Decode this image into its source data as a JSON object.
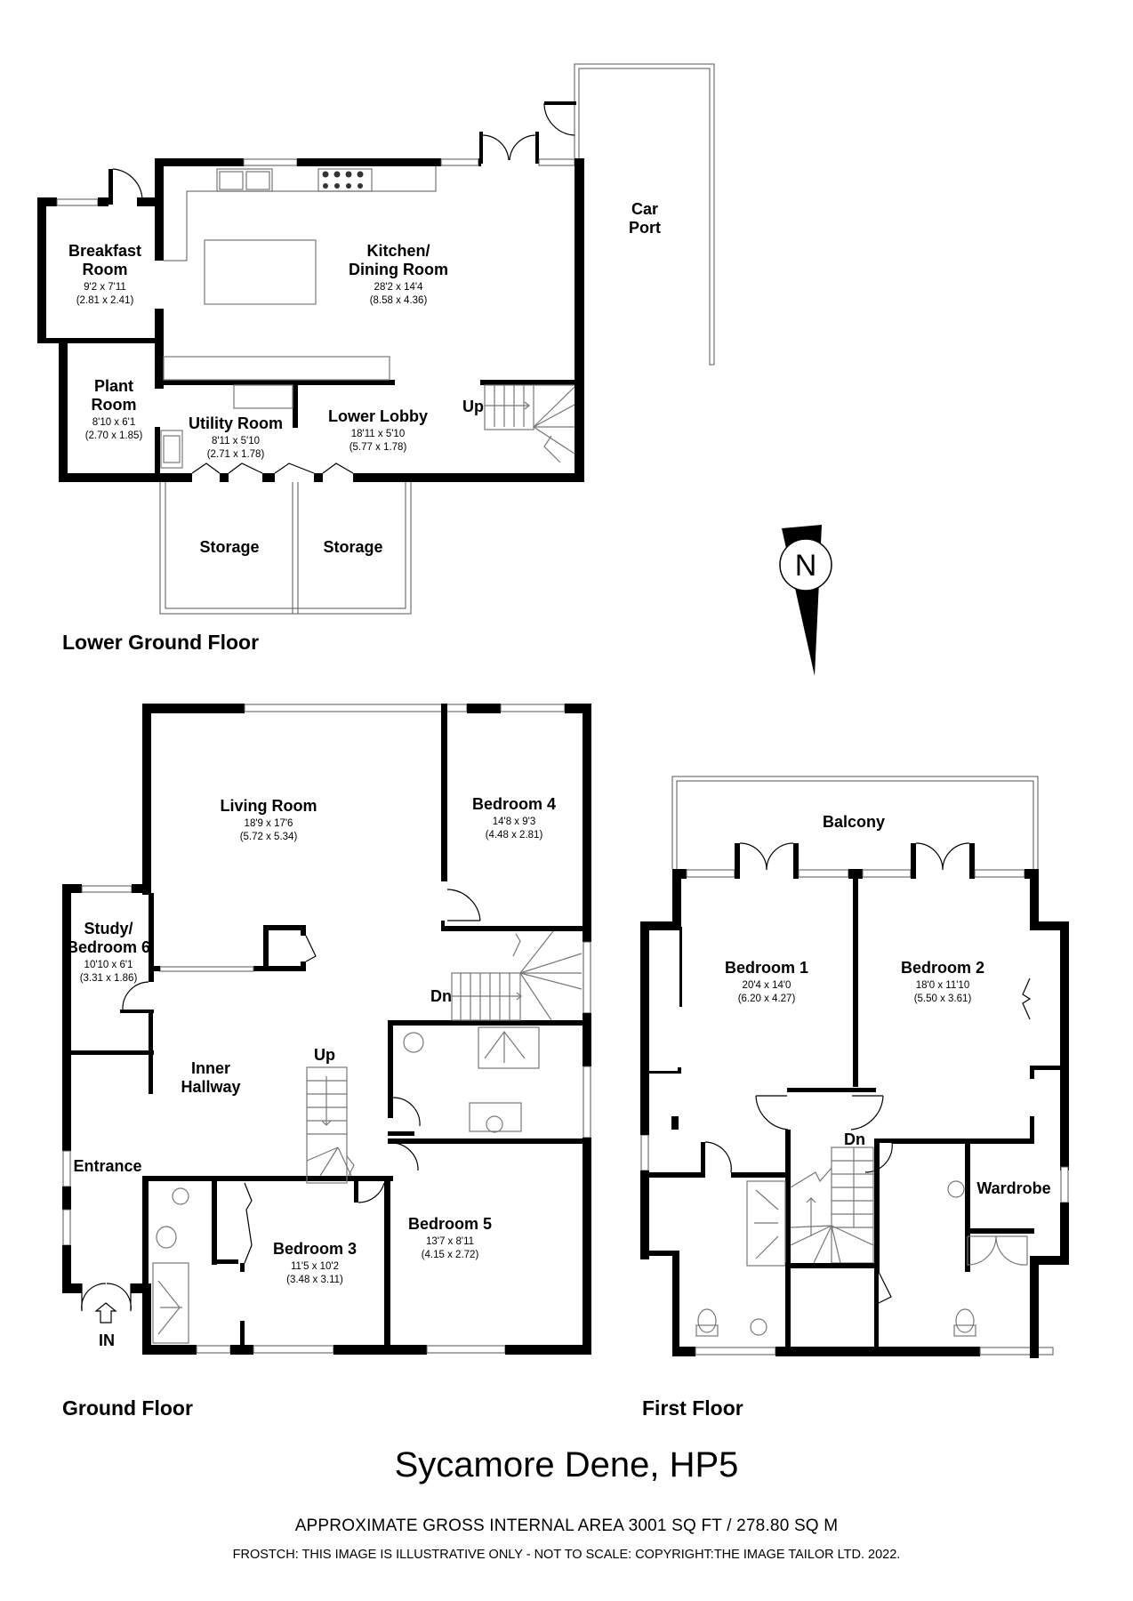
{
  "property": {
    "title": "Sycamore Dene, HP5",
    "area_text": "APPROXIMATE GROSS INTERNAL AREA 3001 SQ FT / 278.80 SQ M",
    "copyright": "FROSTCH: THIS IMAGE IS ILLUSTRATIVE ONLY - NOT TO SCALE: COPYRIGHT:THE IMAGE TAILOR LTD. 2022."
  },
  "compass": {
    "letter": "N",
    "icon": "north-arrow-icon"
  },
  "floors": {
    "lower_ground": {
      "label": "Lower Ground Floor",
      "rooms": {
        "breakfast": {
          "name1": "Breakfast",
          "name2": "Room",
          "imperial": "9'2 x 7'11",
          "metric": "(2.81 x 2.41)"
        },
        "kitchen": {
          "name1": "Kitchen/",
          "name2": "Dining Room",
          "imperial": "28'2 x 14'4",
          "metric": "(8.58 x 4.36)"
        },
        "carport": {
          "name1": "Car",
          "name2": "Port"
        },
        "plant": {
          "name1": "Plant",
          "name2": "Room",
          "imperial": "8'10 x 6'1",
          "metric": "(2.70 x 1.85)"
        },
        "utility": {
          "name": "Utility Room",
          "imperial": "8'11 x 5'10",
          "metric": "(2.71 x 1.78)"
        },
        "lobby": {
          "name": "Lower Lobby",
          "imperial": "18'11 x 5'10",
          "metric": "(5.77 x 1.78)"
        },
        "storage1": {
          "name": "Storage"
        },
        "storage2": {
          "name": "Storage"
        }
      },
      "stairs_label": "Up"
    },
    "ground": {
      "label": "Ground Floor",
      "rooms": {
        "living": {
          "name": "Living Room",
          "imperial": "18'9 x 17'6",
          "metric": "(5.72 x 5.34)"
        },
        "bedroom4": {
          "name": "Bedroom 4",
          "imperial": "14'8 x 9'3",
          "metric": "(4.48 x 2.81)"
        },
        "study": {
          "name1": "Study/",
          "name2": "Bedroom 6",
          "imperial": "10'10 x 6'1",
          "metric": "(3.31 x 1.86)"
        },
        "hallway": {
          "name1": "Inner",
          "name2": "Hallway"
        },
        "entrance": {
          "name": "Entrance"
        },
        "bedroom3": {
          "name": "Bedroom 3",
          "imperial": "11'5 x 10'2",
          "metric": "(3.48 x 3.11)"
        },
        "bedroom5": {
          "name": "Bedroom 5",
          "imperial": "13'7 x 8'11",
          "metric": "(4.15 x 2.72)"
        }
      },
      "stairs_up": "Up",
      "stairs_down": "Dn",
      "entry_label": "IN"
    },
    "first": {
      "label": "First Floor",
      "rooms": {
        "balcony": {
          "name": "Balcony"
        },
        "bedroom1": {
          "name": "Bedroom 1",
          "imperial": "20'4 x 14'0",
          "metric": "(6.20 x 4.27)"
        },
        "bedroom2": {
          "name": "Bedroom 2",
          "imperial": "18'0 x 11'10",
          "metric": "(5.50 x 3.61)"
        },
        "wardrobe": {
          "name": "Wardrobe"
        }
      },
      "stairs_down": "Dn"
    }
  }
}
